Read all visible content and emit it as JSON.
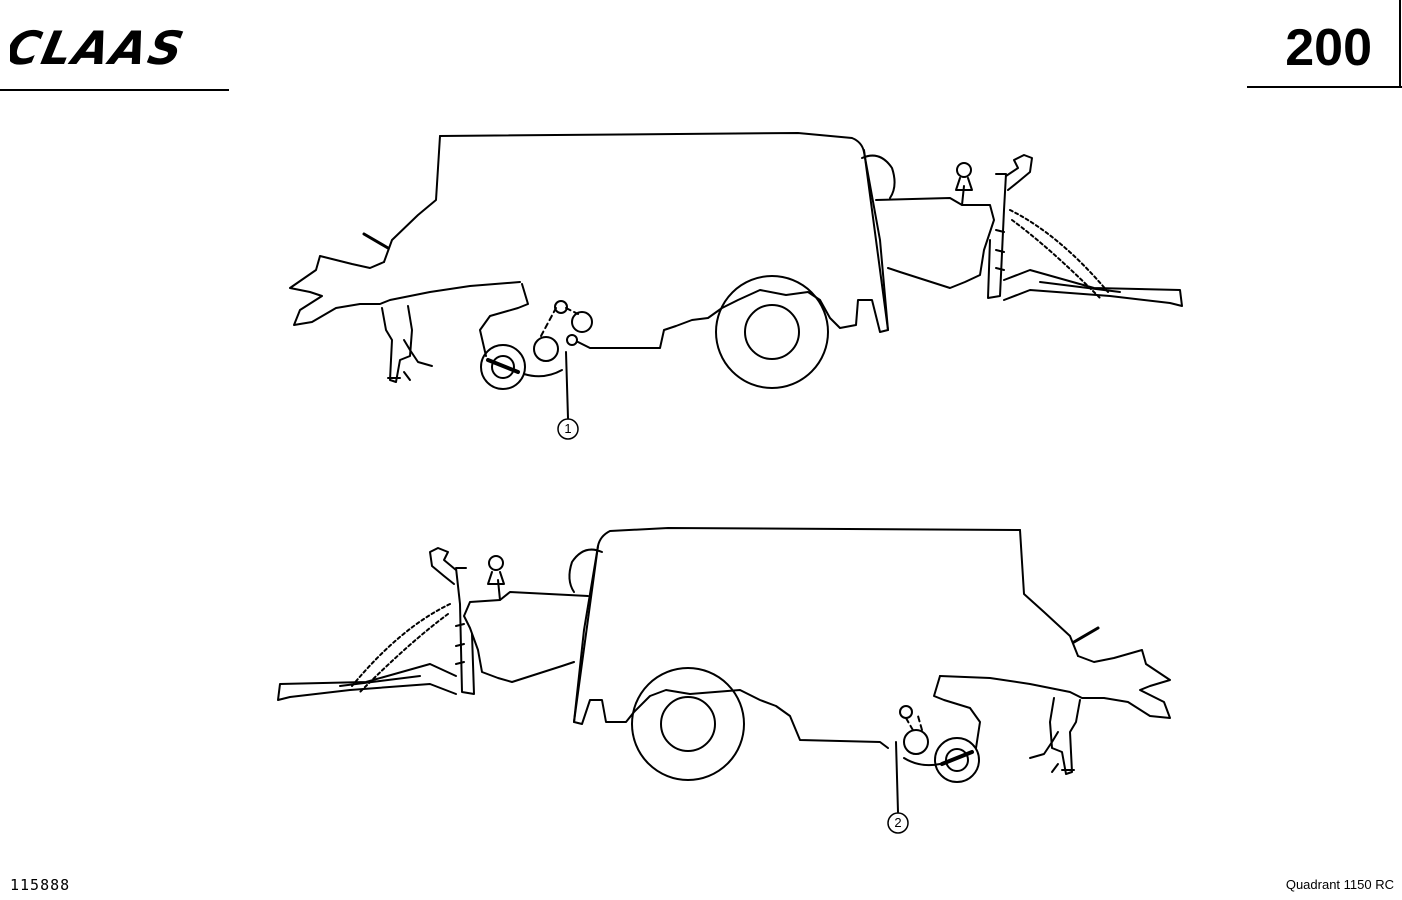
{
  "header": {
    "brand": "CLAAS",
    "page_number": "200"
  },
  "callouts": [
    {
      "label": "1"
    },
    {
      "label": "2"
    }
  ],
  "footer": {
    "drawing_number": "115888",
    "model": "Quadrant 1150 RC"
  }
}
